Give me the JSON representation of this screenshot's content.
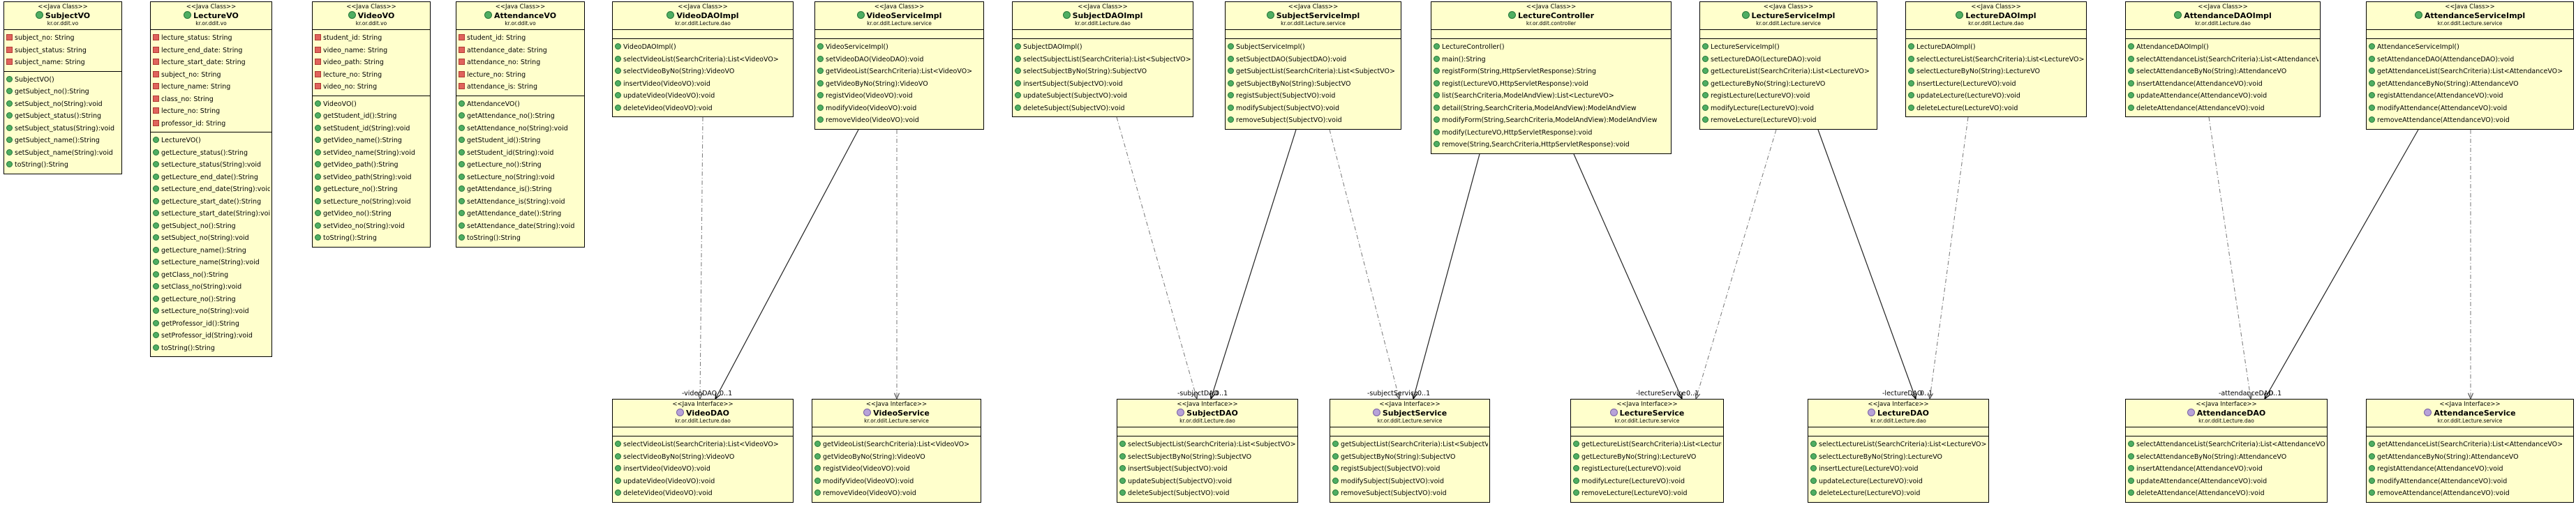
{
  "stereotypes": {
    "class": "<<Java Class>>",
    "interface": "<<Java Interface>>"
  },
  "classes": [
    {
      "id": "SubjectVO",
      "kind": "class",
      "name": "SubjectVO",
      "pkg": "kr.or.ddit.vo",
      "fields": [
        "subject_no: String",
        "subject_status: String",
        "subject_name: String"
      ],
      "methods": [
        "SubjectVO()",
        "getSubject_no():String",
        "setSubject_no(String):void",
        "getSubject_status():String",
        "setSubject_status(String):void",
        "getSubject_name():String",
        "setSubject_name(String):void",
        "toString():String"
      ]
    },
    {
      "id": "LectureVO",
      "kind": "class",
      "name": "LectureVO",
      "pkg": "kr.or.ddit.vo",
      "fields": [
        "lecture_status: String",
        "lecture_end_date: String",
        "lecture_start_date: String",
        "subject_no: String",
        "lecture_name: String",
        "class_no: String",
        "lecture_no: String",
        "professor_id: String"
      ],
      "methods": [
        "LectureVO()",
        "getLecture_status():String",
        "setLecture_status(String):void",
        "getLecture_end_date():String",
        "setLecture_end_date(String):void",
        "getLecture_start_date():String",
        "setLecture_start_date(String):void",
        "getSubject_no():String",
        "setSubject_no(String):void",
        "getLecture_name():String",
        "setLecture_name(String):void",
        "getClass_no():String",
        "setClass_no(String):void",
        "getLecture_no():String",
        "setLecture_no(String):void",
        "getProfessor_id():String",
        "setProfessor_id(String):void",
        "toString():String"
      ]
    },
    {
      "id": "VideoVO",
      "kind": "class",
      "name": "VideoVO",
      "pkg": "kr.or.ddit.vo",
      "fields": [
        "student_id: String",
        "video_name: String",
        "video_path: String",
        "lecture_no: String",
        "video_no: String"
      ],
      "methods": [
        "VideoVO()",
        "getStudent_id():String",
        "setStudent_id(String):void",
        "getVideo_name():String",
        "setVideo_name(String):void",
        "getVideo_path():String",
        "setVideo_path(String):void",
        "getLecture_no():String",
        "setLecture_no(String):void",
        "getVideo_no():String",
        "setVideo_no(String):void",
        "toString():String"
      ]
    },
    {
      "id": "AttendanceVO",
      "kind": "class",
      "name": "AttendanceVO",
      "pkg": "kr.or.ddit.vo",
      "fields": [
        "student_id: String",
        "attendance_date: String",
        "attendance_no: String",
        "lecture_no: String",
        "attendance_is: String"
      ],
      "methods": [
        "AttendanceVO()",
        "getAttendance_no():String",
        "setAttendance_no(String):void",
        "getStudent_id():String",
        "setStudent_id(String):void",
        "getLecture_no():String",
        "setLecture_no(String):void",
        "getAttendance_is():String",
        "setAttendance_is(String):void",
        "getAttendance_date():String",
        "setAttendance_date(String):void",
        "toString():String"
      ]
    },
    {
      "id": "VideoDAOImpl",
      "kind": "class",
      "name": "VideoDAOImpl",
      "pkg": "kr.or.ddit.Lecture.dao",
      "fields": [],
      "methods": [
        "VideoDAOImpl()",
        "selectVideoList(SearchCriteria):List<VideoVO>",
        "selectVideoByNo(String):VideoVO",
        "insertVideo(VideoVO):void",
        "updateVideo(VideoVO):void",
        "deleteVideo(VideoVO):void"
      ]
    },
    {
      "id": "VideoServiceImpl",
      "kind": "class",
      "name": "VideoServiceImpl",
      "pkg": "kr.or.ddit.Lecture.service",
      "fields": [],
      "methods": [
        "VideoServiceImpl()",
        "setVideoDAO(VideoDAO):void",
        "getVideoList(SearchCriteria):List<VideoVO>",
        "getVideoByNo(String):VideoVO",
        "registVideo(VideoVO):void",
        "modifyVideo(VideoVO):void",
        "removeVideo(VideoVO):void"
      ]
    },
    {
      "id": "SubjectDAOImpl",
      "kind": "class",
      "name": "SubjectDAOImpl",
      "pkg": "kr.or.ddit.Lecture.dao",
      "fields": [],
      "methods": [
        "SubjectDAOImpl()",
        "selectSubjectList(SearchCriteria):List<SubjectVO>",
        "selectSubjectByNo(String):SubjectVO",
        "insertSubject(SubjectVO):void",
        "updateSubject(SubjectVO):void",
        "deleteSubject(SubjectVO):void"
      ]
    },
    {
      "id": "SubjectServiceImpl",
      "kind": "class",
      "name": "SubjectServiceImpl",
      "pkg": "kr.or.ddit.Lecture.service",
      "fields": [],
      "methods": [
        "SubjectServiceImpl()",
        "setSubjectDAO(SubjectDAO):void",
        "getSubjectList(SearchCriteria):List<SubjectVO>",
        "getSubjectByNo(String):SubjectVO",
        "registSubject(SubjectVO):void",
        "modifySubject(SubjectVO):void",
        "removeSubject(SubjectVO):void"
      ]
    },
    {
      "id": "LectureController",
      "kind": "class",
      "name": "LectureController",
      "pkg": "kr.or.ddit.controller",
      "fields": [],
      "methods": [
        "LectureController()",
        "main():String",
        "registForm(String,HttpServletResponse):String",
        "regist(LectureVO,HttpServletResponse):void",
        "list(SearchCriteria,ModelAndView):List<LectureVO>",
        "detail(String,SearchCriteria,ModelAndView):ModelAndView",
        "modifyForm(String,SearchCriteria,ModelAndView):ModelAndView",
        "modify(LectureVO,HttpServletResponse):void",
        "remove(String,SearchCriteria,HttpServletResponse):void"
      ]
    },
    {
      "id": "LectureServiceImpl",
      "kind": "class",
      "name": "LectureServiceImpl",
      "pkg": "kr.or.ddit.Lecture.service",
      "fields": [],
      "methods": [
        "LectureServiceImpl()",
        "setLectureDAO(LectureDAO):void",
        "getLectureList(SearchCriteria):List<LectureVO>",
        "getLectureByNo(String):LectureVO",
        "registLecture(LectureVO):void",
        "modifyLecture(LectureVO):void",
        "removeLecture(LectureVO):void"
      ]
    },
    {
      "id": "LectureDAOImpl",
      "kind": "class",
      "name": "LectureDAOImpl",
      "pkg": "kr.or.ddit.Lecture.dao",
      "fields": [],
      "methods": [
        "LectureDAOImpl()",
        "selectLectureList(SearchCriteria):List<LectureVO>",
        "selectLectureByNo(String):LectureVO",
        "insertLecture(LectureVO):void",
        "updateLecture(LectureVO):void",
        "deleteLecture(LectureVO):void"
      ]
    },
    {
      "id": "AttendanceDAOImpl",
      "kind": "class",
      "name": "AttendanceDAOImpl",
      "pkg": "kr.or.ddit.Lecture.dao",
      "fields": [],
      "methods": [
        "AttendanceDAOImpl()",
        "selectAttendanceList(SearchCriteria):List<AttendanceVO>",
        "selectAttendanceByNo(String):AttendanceVO",
        "insertAttendance(AttendanceVO):void",
        "updateAttendance(AttendanceVO):void",
        "deleteAttendance(AttendanceVO):void"
      ]
    },
    {
      "id": "AttendanceServiceImpl",
      "kind": "class",
      "name": "AttendanceServiceImpl",
      "pkg": "kr.or.ddit.Lecture.service",
      "fields": [],
      "methods": [
        "AttendanceServiceImpl()",
        "setAttendanceDAO(AttendanceDAO):void",
        "getAttendanceList(SearchCriteria):List<AttendanceVO>",
        "getAttendanceByNo(String):AttendanceVO",
        "registAttendance(AttendanceVO):void",
        "modifyAttendance(AttendanceVO):void",
        "removeAttendance(AttendanceVO):void"
      ]
    },
    {
      "id": "VideoDAO",
      "kind": "interface",
      "name": "VideoDAO",
      "pkg": "kr.or.ddit.Lecture.dao",
      "fields": [],
      "methods": [
        "selectVideoList(SearchCriteria):List<VideoVO>",
        "selectVideoByNo(String):VideoVO",
        "insertVideo(VideoVO):void",
        "updateVideo(VideoVO):void",
        "deleteVideo(VideoVO):void"
      ]
    },
    {
      "id": "VideoService",
      "kind": "interface",
      "name": "VideoService",
      "pkg": "kr.or.ddit.Lecture.service",
      "fields": [],
      "methods": [
        "getVideoList(SearchCriteria):List<VideoVO>",
        "getVideoByNo(String):VideoVO",
        "registVideo(VideoVO):void",
        "modifyVideo(VideoVO):void",
        "removeVideo(VideoVO):void"
      ]
    },
    {
      "id": "SubjectDAO",
      "kind": "interface",
      "name": "SubjectDAO",
      "pkg": "kr.or.ddit.Lecture.dao",
      "fields": [],
      "methods": [
        "selectSubjectList(SearchCriteria):List<SubjectVO>",
        "selectSubjectByNo(String):SubjectVO",
        "insertSubject(SubjectVO):void",
        "updateSubject(SubjectVO):void",
        "deleteSubject(SubjectVO):void"
      ]
    },
    {
      "id": "SubjectService",
      "kind": "interface",
      "name": "SubjectService",
      "pkg": "kr.or.ddit.Lecture.service",
      "fields": [],
      "methods": [
        "getSubjectList(SearchCriteria):List<SubjectVO>",
        "getSubjectByNo(String):SubjectVO",
        "registSubject(SubjectVO):void",
        "modifySubject(SubjectVO):void",
        "removeSubject(SubjectVO):void"
      ]
    },
    {
      "id": "LectureService",
      "kind": "interface",
      "name": "LectureService",
      "pkg": "kr.or.ddit.Lecture.service",
      "fields": [],
      "methods": [
        "getLectureList(SearchCriteria):List<LectureVO>",
        "getLectureByNo(String):LectureVO",
        "registLecture(LectureVO):void",
        "modifyLecture(LectureVO):void",
        "removeLecture(LectureVO):void"
      ]
    },
    {
      "id": "LectureDAO",
      "kind": "interface",
      "name": "LectureDAO",
      "pkg": "kr.or.ddit.Lecture.dao",
      "fields": [],
      "methods": [
        "selectLectureList(SearchCriteria):List<LectureVO>",
        "selectLectureByNo(String):LectureVO",
        "insertLecture(LectureVO):void",
        "updateLecture(LectureVO):void",
        "deleteLecture(LectureVO):void"
      ]
    },
    {
      "id": "AttendanceDAO",
      "kind": "interface",
      "name": "AttendanceDAO",
      "pkg": "kr.or.ddit.Lecture.dao",
      "fields": [],
      "methods": [
        "selectAttendanceList(SearchCriteria):List<AttendanceVO>",
        "selectAttendanceByNo(String):AttendanceVO",
        "insertAttendance(AttendanceVO):void",
        "updateAttendance(AttendanceVO):void",
        "deleteAttendance(AttendanceVO):void"
      ]
    },
    {
      "id": "AttendanceService",
      "kind": "interface",
      "name": "AttendanceService",
      "pkg": "kr.or.ddit.Lecture.service",
      "fields": [],
      "methods": [
        "getAttendanceList(SearchCriteria):List<AttendanceVO>",
        "getAttendanceByNo(String):AttendanceVO",
        "registAttendance(AttendanceVO):void",
        "modifyAttendance(AttendanceVO):void",
        "removeAttendance(AttendanceVO):void"
      ]
    }
  ],
  "relations": [
    {
      "from": "VideoDAOImpl",
      "to": "VideoDAO",
      "type": "realization"
    },
    {
      "from": "VideoServiceImpl",
      "to": "VideoDAO",
      "type": "association",
      "label": "-videoDAO",
      "mult": "0..1"
    },
    {
      "from": "VideoServiceImpl",
      "to": "VideoService",
      "type": "realization"
    },
    {
      "from": "SubjectDAOImpl",
      "to": "SubjectDAO",
      "type": "realization"
    },
    {
      "from": "SubjectServiceImpl",
      "to": "SubjectDAO",
      "type": "association",
      "label": "-subjectDAO",
      "mult": "0..1"
    },
    {
      "from": "SubjectServiceImpl",
      "to": "SubjectService",
      "type": "realization"
    },
    {
      "from": "LectureController",
      "to": "SubjectService",
      "type": "association",
      "label": "-subjectService",
      "mult": "0..1"
    },
    {
      "from": "LectureController",
      "to": "LectureService",
      "type": "association",
      "label": "-lectureService",
      "mult": "0..1"
    },
    {
      "from": "LectureServiceImpl",
      "to": "LectureService",
      "type": "realization"
    },
    {
      "from": "LectureServiceImpl",
      "to": "LectureDAO",
      "type": "association",
      "label": "-lectureDAO",
      "mult": "0..1"
    },
    {
      "from": "LectureDAOImpl",
      "to": "LectureDAO",
      "type": "realization"
    },
    {
      "from": "AttendanceDAOImpl",
      "to": "AttendanceDAO",
      "type": "realization"
    },
    {
      "from": "AttendanceServiceImpl",
      "to": "AttendanceDAO",
      "type": "association",
      "label": "-attendanceDAO",
      "mult": "0..1"
    },
    {
      "from": "AttendanceServiceImpl",
      "to": "AttendanceService",
      "type": "realization"
    }
  ]
}
